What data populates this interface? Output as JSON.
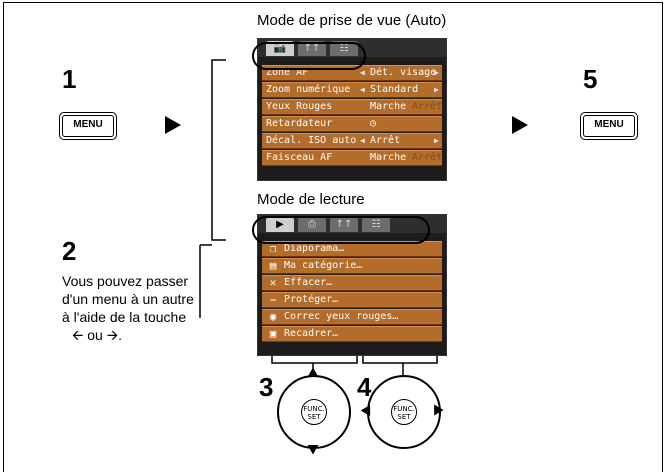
{
  "headings": {
    "shooting_mode": "Mode de prise de vue (Auto)",
    "playback_mode": "Mode de lecture"
  },
  "steps": {
    "step1": "1",
    "step2": "2",
    "step3": "3",
    "step4": "4",
    "step5": "5"
  },
  "menu_button_label": "MENU",
  "step2_text": {
    "line1": "Vous pouvez passer",
    "line2": "d'un menu à un autre",
    "line3": "à l'aide de la touche",
    "line4_mid": "ou",
    "line4_end": "."
  },
  "shooting_menu": {
    "tabs": [
      "camera-icon",
      "tools-icon",
      "my-settings-icon"
    ],
    "rows": [
      {
        "label": "Zone AF",
        "value": "Dét. visage",
        "value2": ""
      },
      {
        "label": "Zoom numérique",
        "value": "Standard",
        "value2": ""
      },
      {
        "label": "Yeux Rouges",
        "value": "Marche",
        "value2": "Arrêt"
      },
      {
        "label": "Retardateur",
        "value": "",
        "value2": ""
      },
      {
        "label": "Décal. ISO auto",
        "value": "Arrêt",
        "value2": ""
      },
      {
        "label": "Faisceau AF",
        "value": "Marche",
        "value2": "Arrêt"
      }
    ]
  },
  "playback_menu": {
    "tabs": [
      "play-icon",
      "print-icon",
      "tools-icon",
      "my-settings-icon"
    ],
    "items": [
      {
        "icon": "slideshow-icon",
        "label": "Diaporama…"
      },
      {
        "icon": "category-icon",
        "label": "Ma catégorie…"
      },
      {
        "icon": "erase-icon",
        "label": "Effacer…"
      },
      {
        "icon": "protect-key-icon",
        "label": "Protéger…"
      },
      {
        "icon": "red-eye-icon",
        "label": "Correc yeux rouges…"
      },
      {
        "icon": "trim-icon",
        "label": "Recadrer…"
      }
    ]
  },
  "dial_center_text": "FUNC. SET",
  "colors": {
    "menu_row": "#b46c2a",
    "screen_bg": "#1c1c1c",
    "inactive_value": "#8c4b1c"
  }
}
